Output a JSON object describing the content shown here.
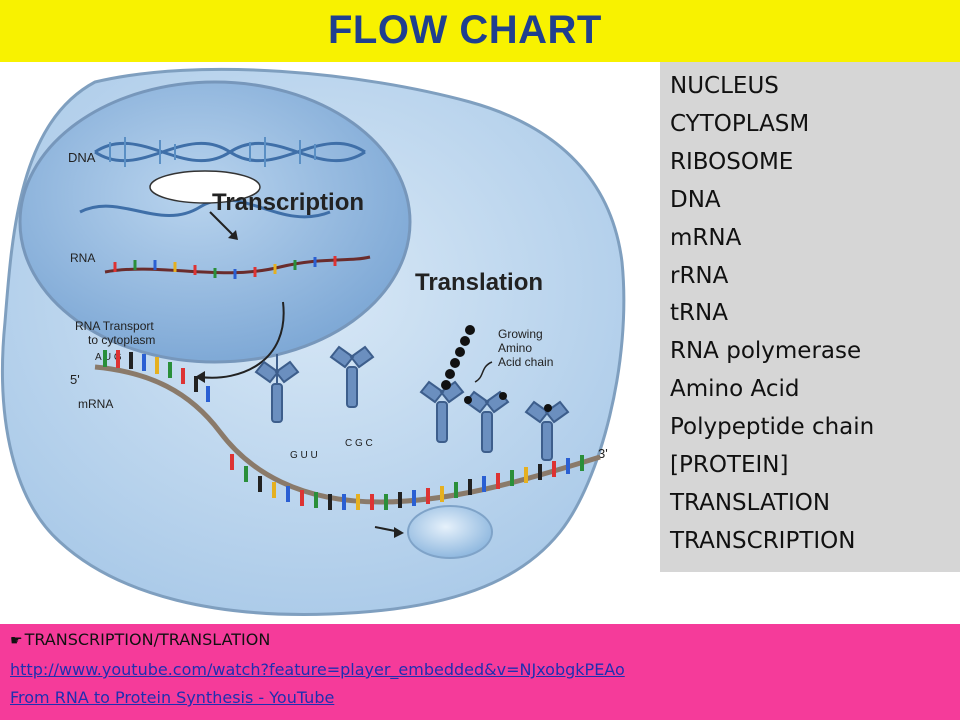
{
  "header": {
    "title": "FLOW CHART"
  },
  "figure": {
    "labels": {
      "dna": "DNA",
      "transcription": "Transcription",
      "rna": "RNA",
      "translation": "Translation",
      "rna_transport": "RNA Transport",
      "to_cytoplasm": "to cytoplasm",
      "five_prime": "5'",
      "three_prime": "3'",
      "mrna": "mRNA",
      "growing": "Growing",
      "amino": "Amino",
      "acid_chain": "Acid chain",
      "anticodon_1": "G U U",
      "anticodon_2": "C G C",
      "codon_start": "A U G"
    }
  },
  "terms": {
    "items": [
      "NUCLEUS",
      "CYTOPLASM",
      "RIBOSOME",
      "DNA",
      "mRNA",
      "rRNA",
      "tRNA",
      "RNA polymerase",
      "Amino Acid",
      "Polypeptide chain",
      "[PROTEIN]",
      "TRANSLATION",
      "TRANSCRIPTION"
    ]
  },
  "footer": {
    "bullet": "☛",
    "heading": "TRANSCRIPTION/TRANSLATION",
    "link_url": "http://www.youtube.com/watch?feature=player_embedded&v=NJxobgkPEAo",
    "link_title": "From RNA to Protein Synthesis - YouTube"
  },
  "colors": {
    "title_bar": "#f8f200",
    "title_text": "#1f3f8f",
    "panel": "#d6d6d6",
    "footer": "#f53b9a",
    "cell": "#c5dcf0",
    "nucleus": "#9fc3e6"
  }
}
